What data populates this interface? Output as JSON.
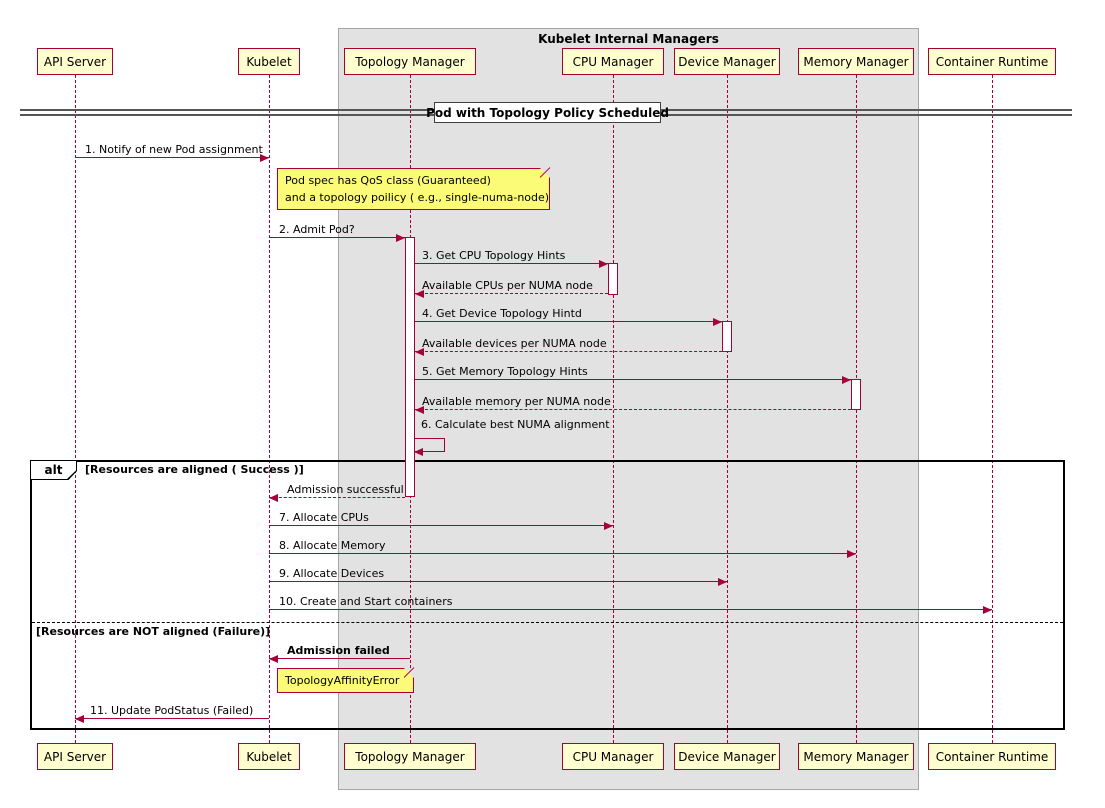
{
  "box_title": "Kubelet Internal Managers",
  "divider": "Pod with Topology Policy Scheduled",
  "participants": [
    "API Server",
    "Kubelet",
    "Topology Manager",
    "CPU Manager",
    "Device Manager",
    "Memory Manager",
    "Container Runtime"
  ],
  "messages": {
    "m1": "1. Notify of new Pod assignment",
    "m2": "2. Admit Pod?",
    "m3": "3. Get CPU Topology Hints",
    "r3": "Available CPUs per NUMA node",
    "m4": "4. Get Device Topology Hintd",
    "r4": "Available devices per NUMA node",
    "m5": "5. Get Memory Topology Hints",
    "r5": "Available memory per NUMA node",
    "m6": "6. Calculate best NUMA alignment",
    "admission_ok": "Admission successful",
    "m7": "7. Allocate CPUs",
    "m8": "8. Allocate Memory",
    "m9": "9. Allocate Devices",
    "m10": "10. Create and Start containers",
    "admission_failed": "Admission failed",
    "m11": "11. Update PodStatus (Failed)"
  },
  "notes": {
    "pod_spec_line1": "Pod spec has QoS class (Guaranteed)",
    "pod_spec_line2": "and a topology poilicy ( e.g., single-numa-node)",
    "affinity_error": "TopologyAffinityError"
  },
  "alt_frame": {
    "label": "alt",
    "condition_success": "[Resources are aligned ( Success )]",
    "condition_failure": "[Resources are NOT aligned (Failure)]"
  },
  "colors": {
    "participant_fill": "#FEFECE",
    "participant_border": "#A80036",
    "lifeline": "#A80036",
    "arrow": "#A80036",
    "note_fill": "#FBFB77",
    "box_fill": "#E2E2E2"
  }
}
